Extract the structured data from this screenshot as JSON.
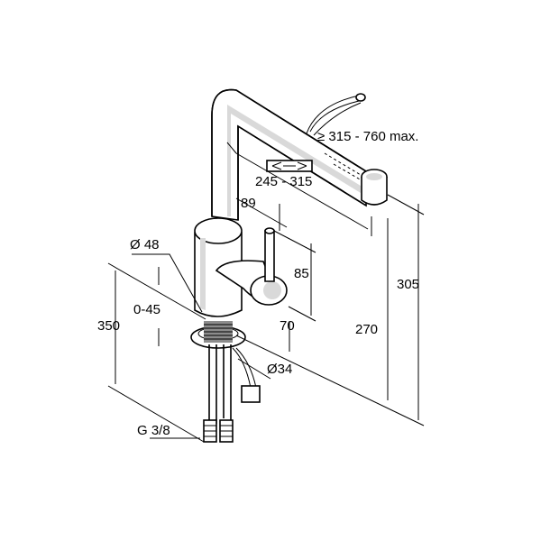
{
  "dimensions": {
    "pullout_range": "≥ 315 - 760 max.",
    "spout_reach": "245 - 315",
    "handle_offset": "89",
    "body_diameter": "Ø 48",
    "handle_height": "85",
    "thickness_range": "0-45",
    "base_height": "70",
    "total_height_left": "350",
    "hole_diameter": "Ø34",
    "total_height": "305",
    "spout_height": "270",
    "connection_thread": "G 3/8"
  }
}
